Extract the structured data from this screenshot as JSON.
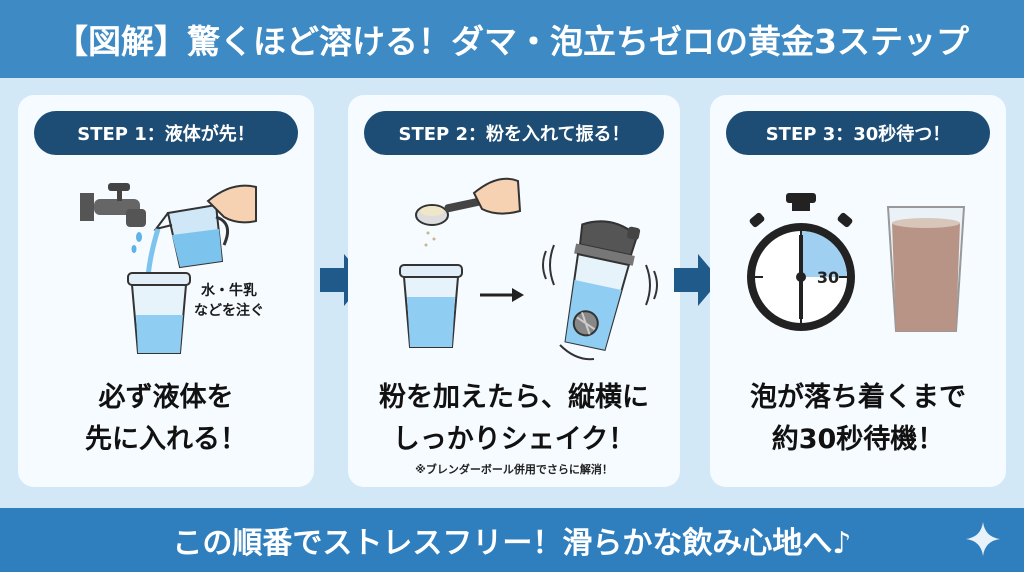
{
  "header": {
    "title": "【図解】驚くほど溶ける！ダマ・泡立ちゼロの黄金3ステップ"
  },
  "steps": [
    {
      "label": "STEP 1：液体が先！",
      "line1": "必ず液体を",
      "line2": "先に入れる！",
      "pour_line1": "水・牛乳",
      "pour_line2": "などを注ぐ"
    },
    {
      "label": "STEP 2：粉を入れて振る！",
      "line1": "粉を加えたら、縦横に",
      "line2": "しっかりシェイク！",
      "note": "※ブレンダーボール併用でさらに解消！"
    },
    {
      "label": "STEP 3：30秒待つ！",
      "line1": "泡が落ち着くまで",
      "line2": "約30秒待機！",
      "timer": "30"
    }
  ],
  "footer": {
    "text": "この順番でストレスフリー！滑らかな飲み心地へ♪"
  },
  "colors": {
    "header": "#3d8ac4",
    "footer": "#2f7fbf",
    "pill": "#1d4c74",
    "arrow": "#1f5a8a",
    "background": "#d3e8f6"
  }
}
